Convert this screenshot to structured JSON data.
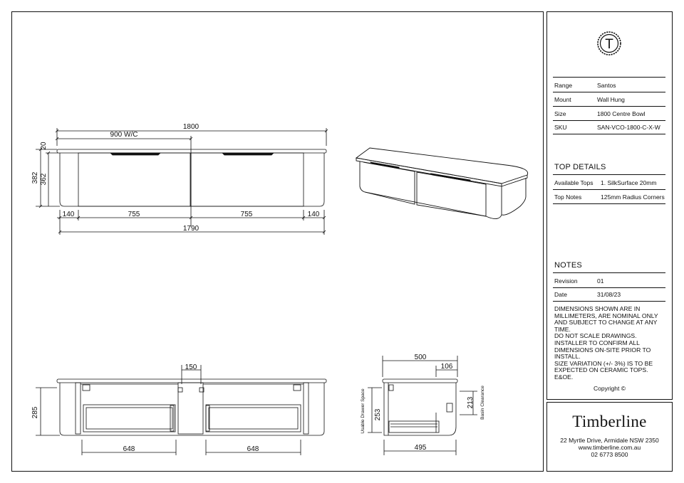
{
  "logo": {
    "glyph": "T",
    "icon": "timberline-seal-icon"
  },
  "spec": [
    {
      "key": "Range",
      "value": "Santos"
    },
    {
      "key": "Mount",
      "value": "Wall Hung"
    },
    {
      "key": "Size",
      "value": "1800 Centre Bowl"
    },
    {
      "key": "SKU",
      "value": "SAN-VCO-1800-C-X-W"
    }
  ],
  "top_details": {
    "title": "TOP DETAILS",
    "rows": [
      {
        "key": "Available Tops",
        "value": "1. SilkSurface 20mm"
      },
      {
        "key": "Top Notes",
        "value": "125mm Radius Corners"
      }
    ]
  },
  "notes": {
    "title": "NOTES",
    "rows": [
      {
        "key": "Revision",
        "value": "01"
      },
      {
        "key": "Date",
        "value": "31/08/23"
      }
    ],
    "lines": [
      "DIMENSIONS SHOWN ARE IN",
      "MILLIMETERS, ARE NOMINAL ONLY",
      "AND SUBJECT TO CHANGE AT ANY",
      "TIME.",
      "DO NOT SCALE DRAWINGS.",
      "INSTALLER TO CONFIRM ALL",
      "DIMENSIONS ON-SITE PRIOR TO",
      "INSTALL.",
      "SIZE VARIATION (+/- 3%) IS TO BE",
      "EXPECTED ON CERAMIC TOPS.",
      "E&OE."
    ],
    "copyright": "Copyright  ©"
  },
  "brand": {
    "name": "Timberline",
    "address": "22 Myrtle Drive, Armidale NSW 2350",
    "website": "www.timberline.com.au",
    "phone": "02 6773 8500"
  },
  "front_view": {
    "overall_width": "1800",
    "waste_centre": "900 W/C",
    "top_thickness": "20",
    "overall_height": "382",
    "cabinet_height": "362",
    "segments": [
      "140",
      "755",
      "755",
      "140"
    ],
    "cabinet_width": "1790"
  },
  "internal_view": {
    "gap": "150",
    "height": "285",
    "drawer_widths": [
      "648",
      "648"
    ]
  },
  "side_view": {
    "depth": "500",
    "offset": "106",
    "drawer_space": "253",
    "basin_clearance": "213",
    "inner_depth": "495",
    "label_drawer": "Usable Drawer Space",
    "label_basin": "Basin Clearance"
  }
}
